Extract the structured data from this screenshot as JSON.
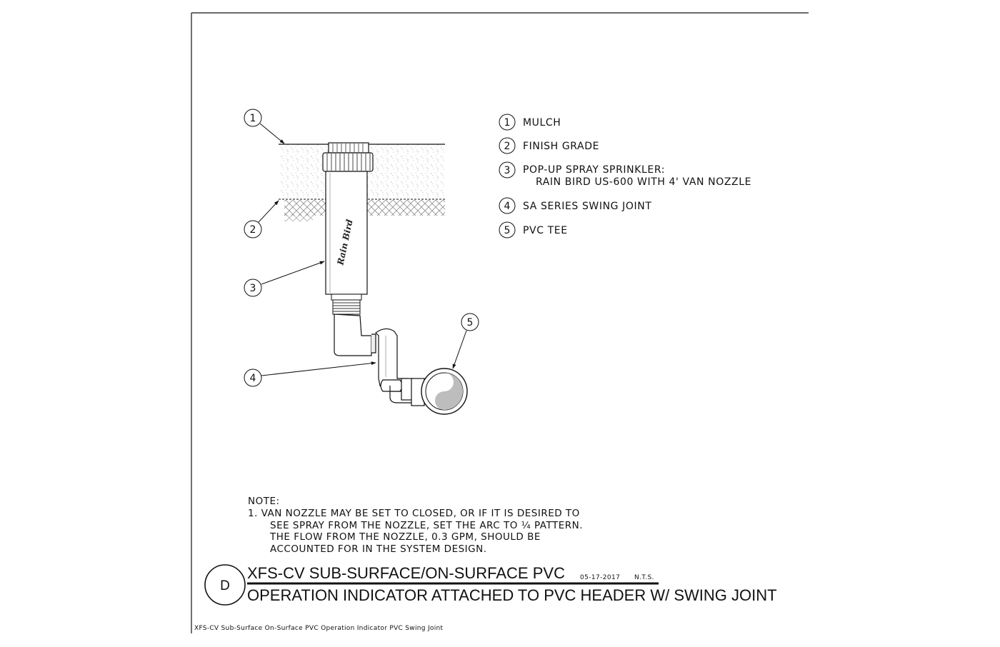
{
  "callouts": [
    "1",
    "2",
    "3",
    "4",
    "5"
  ],
  "legend": [
    {
      "num": "1",
      "lines": [
        "MULCH"
      ]
    },
    {
      "num": "2",
      "lines": [
        "FINISH GRADE"
      ]
    },
    {
      "num": "3",
      "lines": [
        "POP-UP SPRAY SPRINKLER:",
        "RAIN BIRD US-600 WITH 4' VAN NOZZLE"
      ]
    },
    {
      "num": "4",
      "lines": [
        "SA SERIES SWING JOINT"
      ]
    },
    {
      "num": "5",
      "lines": [
        "PVC TEE"
      ]
    }
  ],
  "sprinkler_brand": "Rain Bird",
  "note": {
    "heading": "NOTE:",
    "lines": [
      "1. VAN NOZZLE MAY BE SET TO CLOSED, OR IF IT IS DESIRED TO",
      "SEE SPRAY FROM THE NOZZLE, SET THE ARC TO ¼ PATTERN.",
      "THE FLOW FROM THE NOZZLE, 0.3 GPM, SHOULD BE",
      "ACCOUNTED FOR IN THE SYSTEM DESIGN."
    ]
  },
  "title_block": {
    "detail_letter": "D",
    "line1": "XFS-CV SUB-SURFACE/ON-SURFACE PVC",
    "date": "05-17-2017",
    "scale": "N.T.S.",
    "line2": "OPERATION INDICATOR ATTACHED TO PVC HEADER W/ SWING JOINT"
  },
  "footer": "XFS-CV Sub-Surface On-Surface PVC Operation Indicator PVC Swing Joint"
}
